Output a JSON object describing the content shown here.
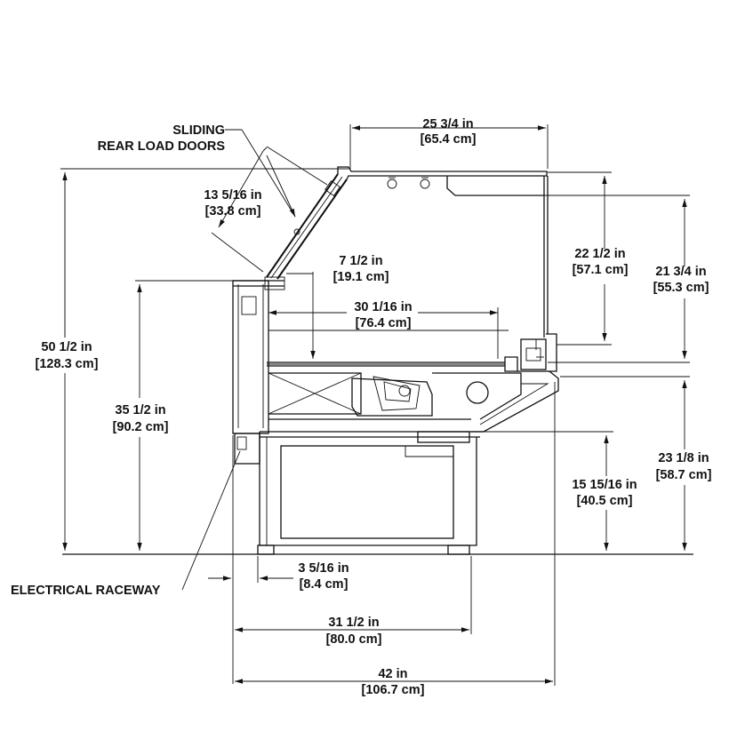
{
  "labels": {
    "sliding_line1": "SLIDING",
    "sliding_line2": "REAR LOAD DOORS",
    "raceway": "ELECTRICAL RACEWAY"
  },
  "dimensions": {
    "top_width": {
      "in": "25 3/4 in",
      "cm": "[65.4 cm]"
    },
    "door_length": {
      "in": "13 5/16 in",
      "cm": "[33.8 cm]"
    },
    "glass_height": {
      "in": "22 1/2 in",
      "cm": "[57.1 cm]"
    },
    "front_height": {
      "in": "21 3/4 in",
      "cm": "[55.3 cm]"
    },
    "overall_height": {
      "in": "50 1/2 in",
      "cm": "[128.3 cm]"
    },
    "rear_height": {
      "in": "35 1/2 in",
      "cm": "[90.2 cm]"
    },
    "shelf_clearance": {
      "in": "7 1/2 in",
      "cm": "[19.1 cm]"
    },
    "shelf_depth": {
      "in": "30 1/16 in",
      "cm": "[76.4 cm]"
    },
    "counter_height": {
      "in": "23 1/8 in",
      "cm": "[58.7 cm]"
    },
    "base_height": {
      "in": "15 15/16 in",
      "cm": "[40.5 cm]"
    },
    "toe_offset": {
      "in": "3 5/16 in",
      "cm": "[8.4 cm]"
    },
    "base_depth": {
      "in": "31 1/2 in",
      "cm": "[80.0 cm]"
    },
    "overall_depth": {
      "in": "42 in",
      "cm": "[106.7 cm]"
    }
  }
}
